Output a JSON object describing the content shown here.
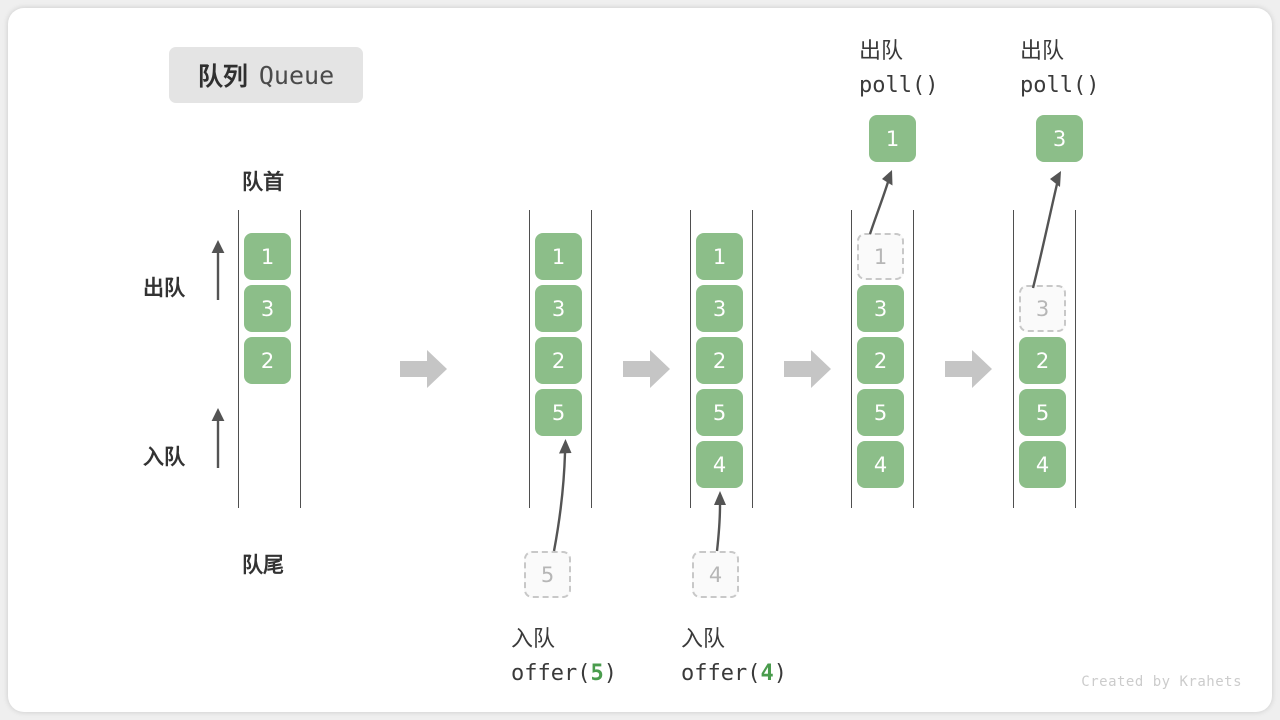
{
  "title": {
    "cn": "队列",
    "en": "Queue"
  },
  "labels": {
    "head": "队首",
    "tail": "队尾",
    "dequeue": "出队",
    "enqueue": "入队"
  },
  "side_arrows": [
    {
      "label": "出队",
      "direction": "up"
    },
    {
      "label": "入队",
      "direction": "up"
    }
  ],
  "operations": {
    "top": [
      {
        "cn": "出队",
        "code_prefix": "poll(",
        "code_arg": "",
        "code_suffix": ")"
      },
      {
        "cn": "出队",
        "code_prefix": "poll(",
        "code_arg": "",
        "code_suffix": ")"
      }
    ],
    "bottom": [
      {
        "cn": "入队",
        "code_prefix": "offer(",
        "code_arg": "5",
        "code_suffix": ")"
      },
      {
        "cn": "入队",
        "code_prefix": "offer(",
        "code_arg": "4",
        "code_suffix": ")"
      }
    ]
  },
  "stages": [
    {
      "id": "stage-1",
      "cells": [
        {
          "value": "1",
          "state": "filled"
        },
        {
          "value": "3",
          "state": "filled"
        },
        {
          "value": "2",
          "state": "filled"
        }
      ],
      "pending_cell": null,
      "ejected_cell": null
    },
    {
      "id": "stage-2",
      "cells": [
        {
          "value": "1",
          "state": "filled"
        },
        {
          "value": "3",
          "state": "filled"
        },
        {
          "value": "2",
          "state": "filled"
        },
        {
          "value": "5",
          "state": "filled"
        }
      ],
      "pending_cell": {
        "value": "5",
        "state": "ghost"
      },
      "ejected_cell": null
    },
    {
      "id": "stage-3",
      "cells": [
        {
          "value": "1",
          "state": "filled"
        },
        {
          "value": "3",
          "state": "filled"
        },
        {
          "value": "2",
          "state": "filled"
        },
        {
          "value": "5",
          "state": "filled"
        },
        {
          "value": "4",
          "state": "filled"
        }
      ],
      "pending_cell": {
        "value": "4",
        "state": "ghost"
      },
      "ejected_cell": null
    },
    {
      "id": "stage-4",
      "cells": [
        {
          "value": "1",
          "state": "ghost"
        },
        {
          "value": "3",
          "state": "filled"
        },
        {
          "value": "2",
          "state": "filled"
        },
        {
          "value": "5",
          "state": "filled"
        },
        {
          "value": "4",
          "state": "filled"
        }
      ],
      "pending_cell": null,
      "ejected_cell": {
        "value": "1",
        "state": "filled"
      }
    },
    {
      "id": "stage-5",
      "cells": [
        {
          "value": "",
          "state": "empty"
        },
        {
          "value": "3",
          "state": "ghost"
        },
        {
          "value": "2",
          "state": "filled"
        },
        {
          "value": "5",
          "state": "filled"
        },
        {
          "value": "4",
          "state": "filled"
        }
      ],
      "pending_cell": null,
      "ejected_cell": {
        "value": "3",
        "state": "filled"
      }
    }
  ],
  "colors": {
    "cell_fill": "#8cbe89",
    "cell_text": "#ffffff",
    "ghost_border": "#c8c8c8",
    "ghost_text": "#b6b6b6",
    "rail": "#4f4f4f",
    "sep_arrow": "#c5c5c5",
    "thin_arrow": "#545454",
    "badge_bg": "#e4e4e4"
  },
  "credit": "Created by Krahets"
}
